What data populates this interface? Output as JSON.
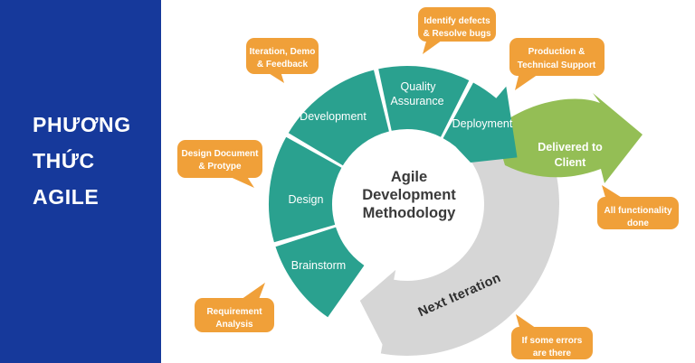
{
  "slide": {
    "background": "#FFFFFF"
  },
  "sidebar": {
    "background": "#16399B",
    "title_lines": [
      "PHƯƠNG",
      "THỨC",
      "AGILE"
    ]
  },
  "colors": {
    "teal": "#2AA18F",
    "orange": "#F0A039",
    "green": "#94BE55",
    "gray": "#D6D6D6",
    "sidebar_blue": "#16399B",
    "center_text": "#3A3A3A"
  },
  "cycle": {
    "center_title_lines": [
      "Agile",
      "Development",
      "Methodology"
    ],
    "segments": [
      {
        "id": "brainstorm",
        "lines": [
          "Brainstorm"
        ]
      },
      {
        "id": "design",
        "lines": [
          "Design"
        ]
      },
      {
        "id": "development",
        "lines": [
          "Development"
        ]
      },
      {
        "id": "quality-assurance",
        "lines": [
          "Quality",
          "Assurance"
        ]
      },
      {
        "id": "deployment",
        "lines": [
          "Deployment"
        ]
      }
    ]
  },
  "arrows": {
    "delivered_to_client": {
      "lines": [
        "Delivered to",
        "Client"
      ]
    },
    "next_iteration": {
      "label": "Next Iteration"
    }
  },
  "callouts": [
    {
      "id": "iteration-demo-feedback",
      "lines": [
        "Iteration, Demo",
        "& Feedback"
      ]
    },
    {
      "id": "identify-defects-resolve-bugs",
      "lines": [
        "Identify defects",
        "& Resolve bugs"
      ]
    },
    {
      "id": "production-technical-support",
      "lines": [
        "Production &",
        "Technical Support"
      ]
    },
    {
      "id": "design-document-protype",
      "lines": [
        "Design Document",
        "& Protype"
      ]
    },
    {
      "id": "requirement-analysis",
      "lines": [
        "Requirement",
        "Analysis"
      ]
    },
    {
      "id": "all-functionality-done",
      "lines": [
        "All functionality",
        "done"
      ]
    },
    {
      "id": "if-some-errors-are-there",
      "lines": [
        "If some errors",
        "are there"
      ]
    }
  ]
}
